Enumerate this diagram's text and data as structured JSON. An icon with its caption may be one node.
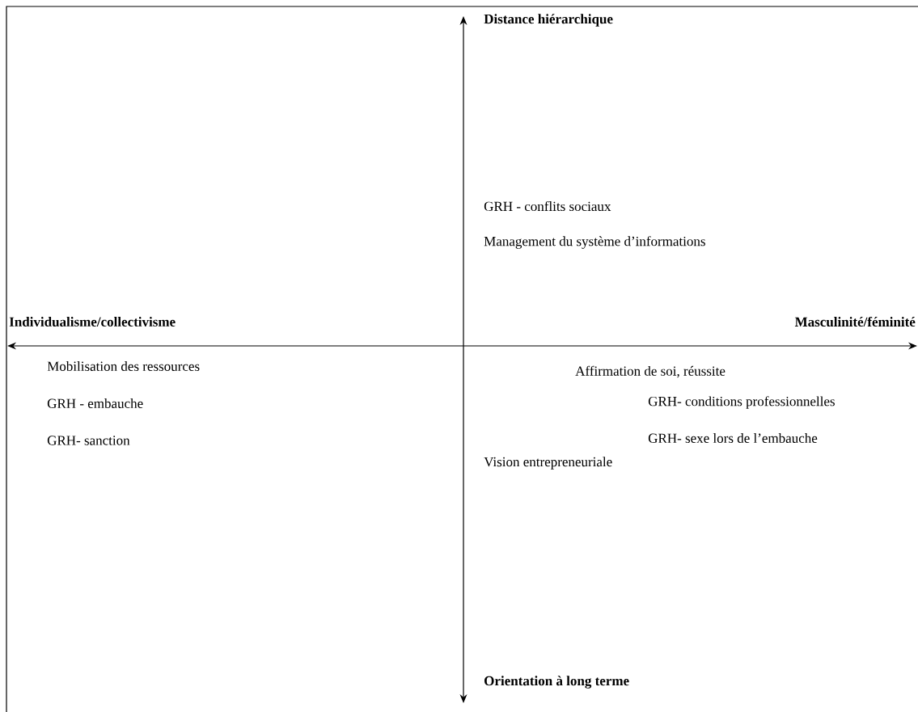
{
  "diagram": {
    "labels": [
      "Distance hiérarchique",
      "GRH - conflits sociaux",
      "Management du système d’informations",
      "Individualisme/collectivisme",
      "Masculinité/féminité",
      "Mobilisation des ressources",
      "Affirmation de soi, réussite",
      "GRH - embauche",
      "GRH- conditions professionnelles",
      "GRH- sanction",
      "GRH- sexe lors de l’embauche",
      "Vision entrepreneuriale",
      "Orientation à long terme"
    ]
  }
}
